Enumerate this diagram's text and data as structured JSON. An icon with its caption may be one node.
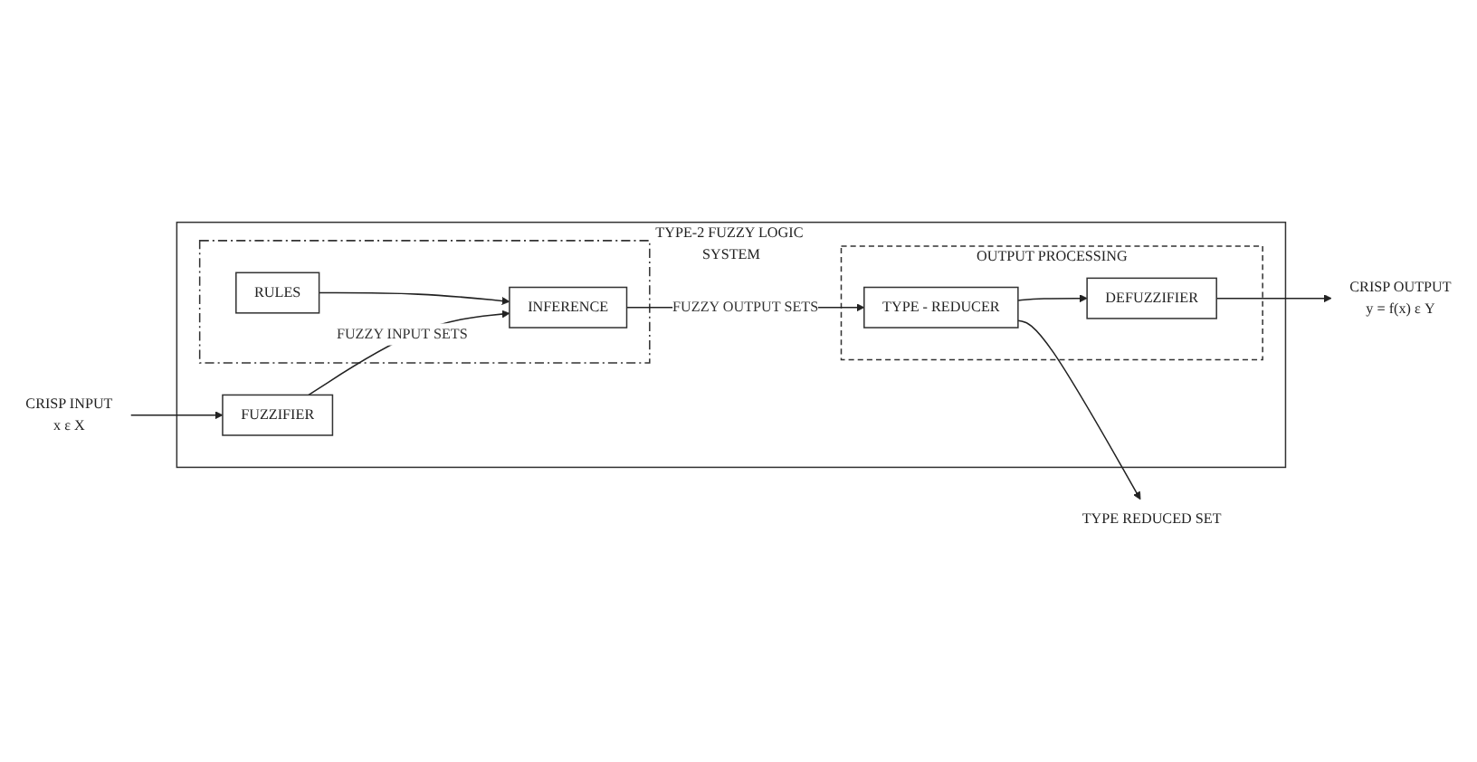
{
  "diagram": {
    "nodes": [
      {
        "text": [
          "CRISP INPUT",
          "x ε X"
        ]
      },
      {
        "text": [
          "TYPE-2 FUZZY LOGIC SYSTEM"
        ]
      },
      {
        "text": [
          "FUZZIFIER"
        ],
        "in": 1
      },
      {
        "text": [],
        "shape": "box",
        "in": 1
      },
      {
        "text": [
          "RULES"
        ],
        "in": 3
      },
      {
        "text": [
          "INFERENCE"
        ],
        "in": 3
      },
      {
        "text": [
          "OUTPUT PROCESSING"
        ],
        "in": 1
      },
      {
        "text": [
          "DEFUZZIFIER"
        ],
        "in": 6
      },
      {
        "text": [
          "TYPE - REDUCER"
        ],
        "in": 6
      },
      {
        "text": [
          "CRISP OUTPUT",
          "y = f(x) ε Y"
        ]
      },
      {
        "text": [
          "TYPE REDUCED SET"
        ]
      }
    ],
    "edges": [
      {
        "from": 0,
        "to": 2,
        "arrow": "to"
      },
      {
        "from": 4,
        "to": 5,
        "arrow": "to"
      },
      {
        "from": 2,
        "to": 5,
        "arrow": "to",
        "label": "FUZZY INPUT SETS"
      },
      {
        "from": 5,
        "to": 8,
        "arrow": "to",
        "label": "FUZZY OUTPUT SETS"
      },
      {
        "from": 8,
        "to": 7,
        "arrow": "to"
      },
      {
        "from": 7,
        "to": 9,
        "arrow": "to"
      },
      {
        "from": 8,
        "to": 10,
        "arrow": "to"
      }
    ]
  }
}
